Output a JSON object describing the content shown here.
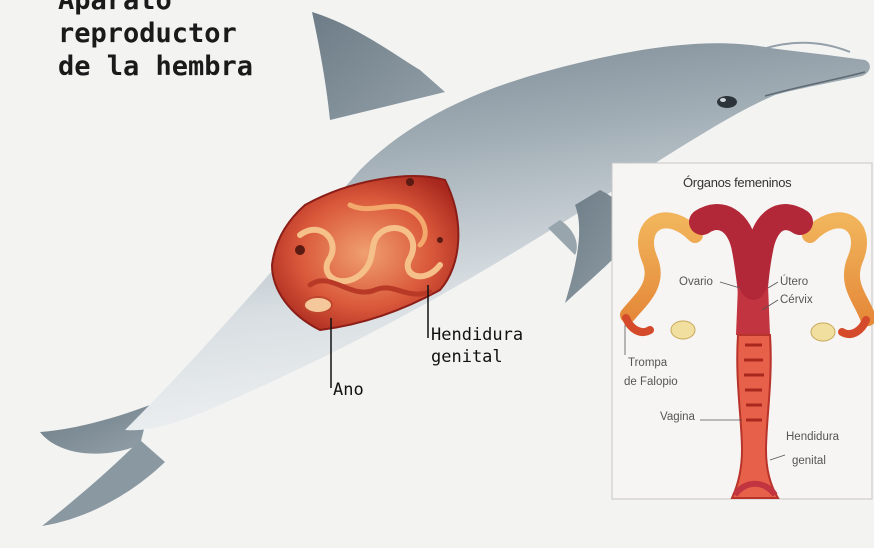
{
  "title": {
    "line1": "Aparato",
    "line2": "reproductor",
    "line3": "de la hembra"
  },
  "labels": {
    "ano": "Ano",
    "hendidura_line1": "Hendidura",
    "hendidura_line2": "genital"
  },
  "inset": {
    "title": "Órganos femeninos",
    "ovario": "Ovario",
    "utero": "Útero",
    "cervix": "Cérvix",
    "trompa_line1": "Trompa",
    "trompa_line2": "de Falopio",
    "vagina": "Vagina",
    "hendidura_line1": "Hendidura",
    "hendidura_line2": "genital"
  },
  "colors": {
    "dolphin_back": "#7f8e98",
    "dolphin_belly": "#e6ebee",
    "organ_red": "#c9342a",
    "organ_orange": "#e8804a",
    "uterus_crimson": "#b32838",
    "tube_orange": "#eb9a45",
    "ovary_cream": "#f1dfa0"
  }
}
